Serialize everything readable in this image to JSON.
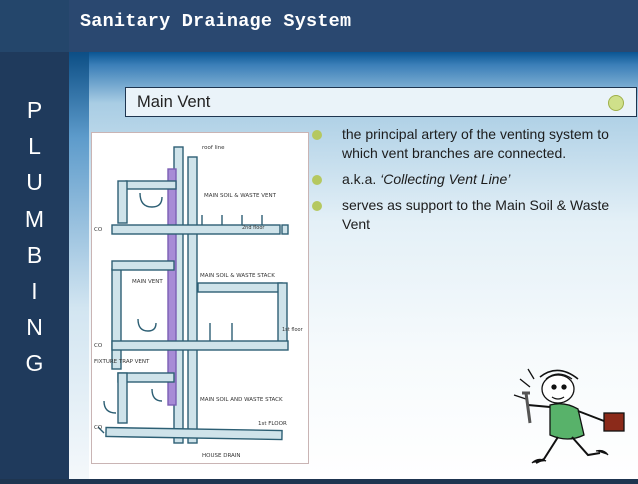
{
  "header": {
    "title": "Sanitary Drainage System"
  },
  "sidebar": {
    "letters": [
      "P",
      "L",
      "U",
      "M",
      "B",
      "I",
      "N",
      "G"
    ]
  },
  "slide": {
    "heading": "Main Vent",
    "bullets": [
      {
        "text": "the principal artery of the venting system to which vent branches are connected."
      },
      {
        "prefix": "a.k.a. ",
        "emphasis": "‘Collecting Vent Line’"
      },
      {
        "text": "serves as support to the Main Soil & Waste Vent"
      }
    ]
  },
  "diagram": {
    "labels": {
      "roof_line": "roof line",
      "main_soil_waste_vent": "MAIN SOIL & WASTE VENT",
      "main_soil_waste_stack_mid": "MAIN SOIL & WASTE STACK",
      "main_vent": "MAIN VENT",
      "fixture_trap_vent": "FIXTURE TRAP VENT",
      "main_soil_waste_stack_low": "MAIN SOIL AND WASTE STACK",
      "second_floor": "2nd floor",
      "first_floor": "1st floor",
      "floor": "1st FLOOR",
      "house_drain": "HOUSE DRAIN",
      "co_top": "CO",
      "co_mid": "CO",
      "co_low": "CO"
    }
  },
  "colors": {
    "main_vent_highlight": "#a78bd6",
    "bullet": "#b5c860",
    "title_bar": "#2a4870"
  }
}
